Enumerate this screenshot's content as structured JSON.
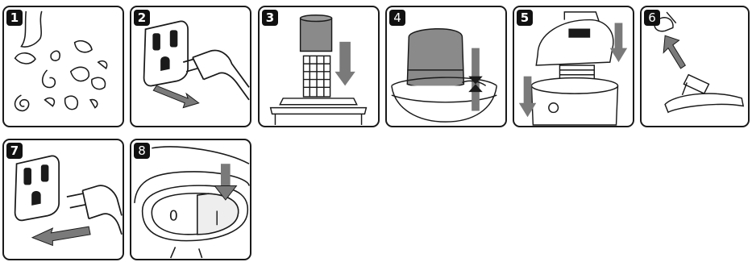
{
  "steps": [
    {
      "number": "1"
    },
    {
      "number": "2"
    },
    {
      "number": "3"
    },
    {
      "number": "4"
    },
    {
      "number": "5"
    },
    {
      "number": "6"
    },
    {
      "number": "7"
    },
    {
      "number": "8"
    }
  ],
  "switch": {
    "off_symbol": "0",
    "on_symbol": "|"
  },
  "colors": {
    "line": "#1a1a1a",
    "arrow_fill": "#7a7a7a",
    "filter_fill": "#8a8a8a"
  }
}
